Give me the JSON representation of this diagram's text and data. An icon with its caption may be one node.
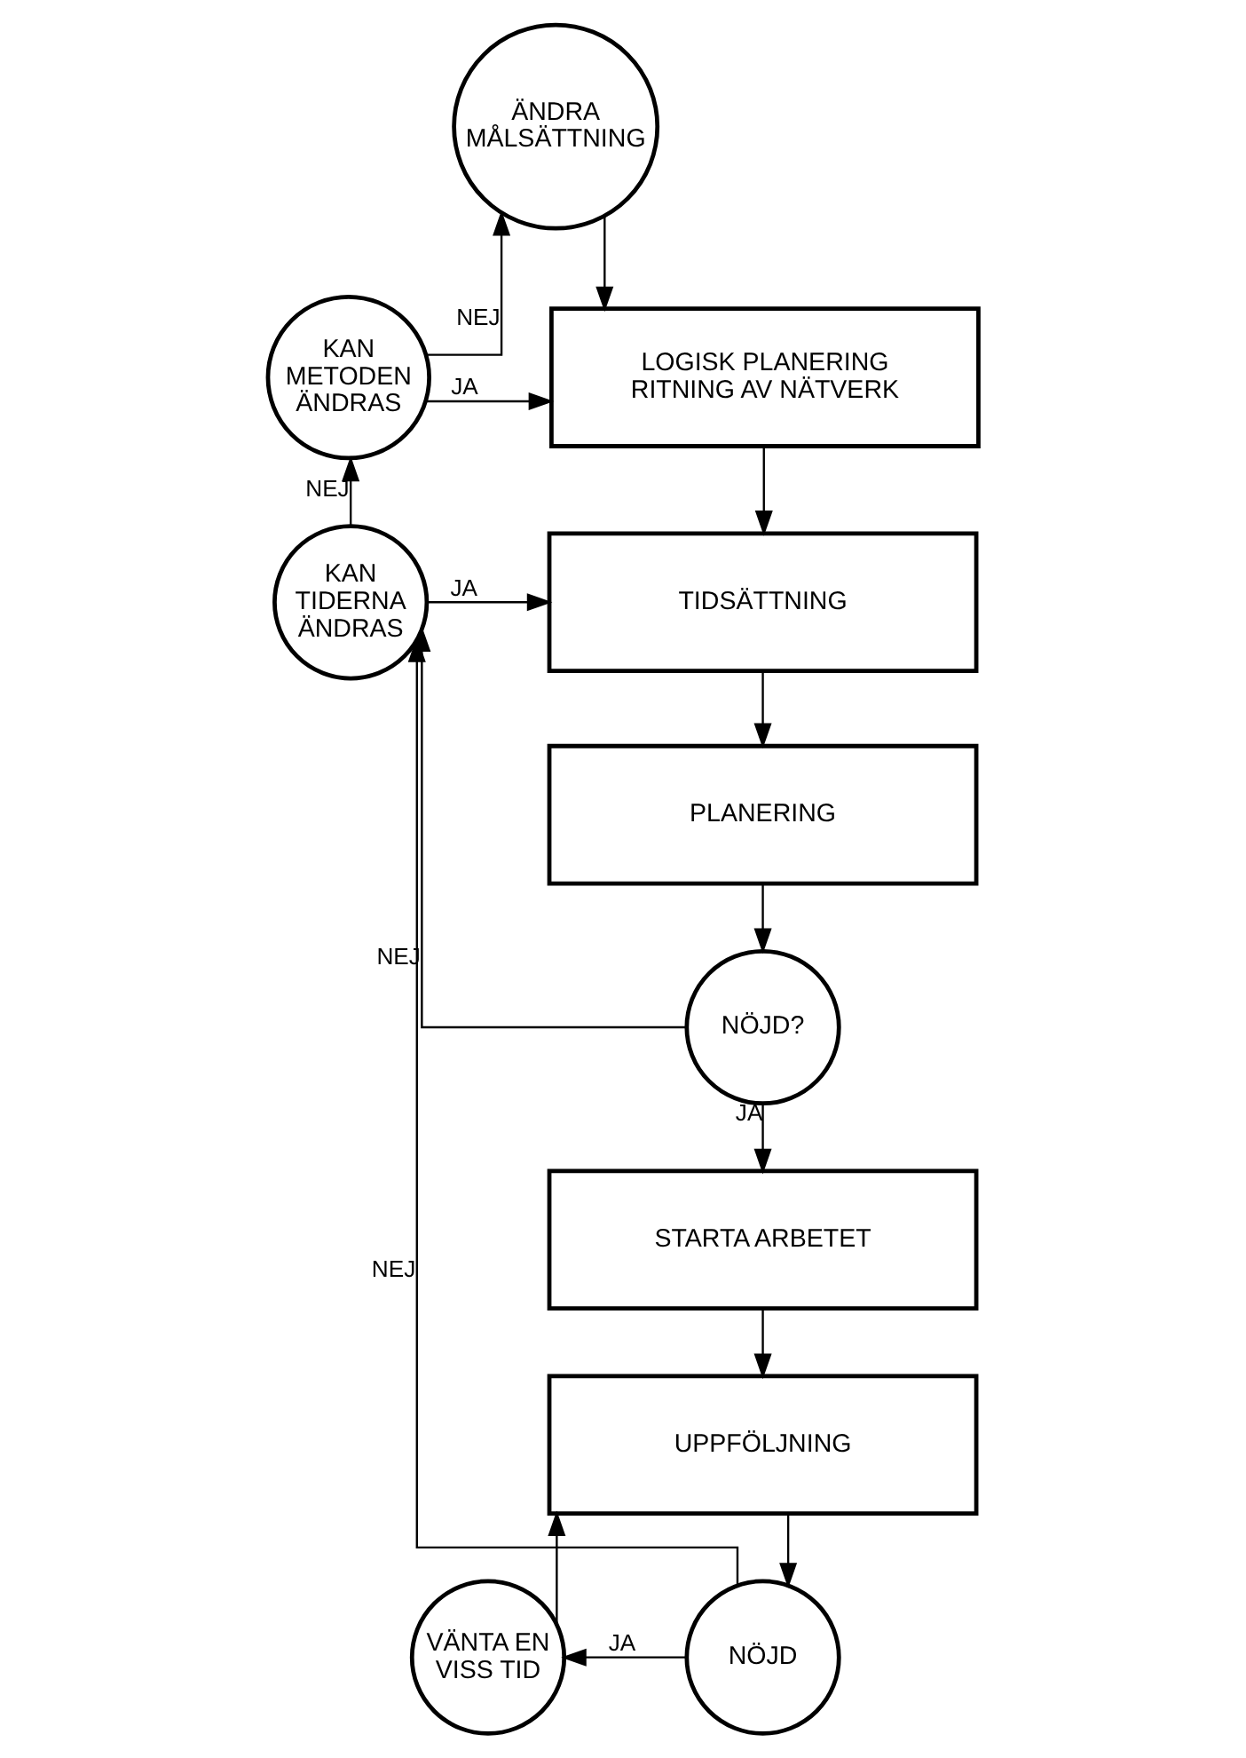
{
  "diagram": {
    "nodes": [
      {
        "text": [
          "ÄNDRA MÅLSÄTTNING"
        ]
      },
      {
        "text": [
          "LOGISK PLANERING RITNING AV NÄTVERK"
        ]
      },
      {
        "text": [
          "KAN METODEN ÄNDRAS"
        ]
      },
      {
        "text": [
          "TIDSÄTTNING"
        ]
      },
      {
        "text": [
          "KAN TIDERNA ÄNDRAS"
        ]
      },
      {
        "text": [
          "PLANERING"
        ]
      },
      {
        "text": [
          "NÖJD?"
        ]
      },
      {
        "text": [
          "STARTA ARBETET"
        ]
      },
      {
        "text": [
          "VÄNTA EN VISS TID"
        ]
      },
      {
        "text": [
          "UPPFÖLJNING"
        ]
      },
      {
        "text": [
          "NÖJD"
        ]
      }
    ],
    "edges": [
      {
        "from": 0,
        "to": 1,
        "arrow": "to"
      },
      {
        "from": 2,
        "to": 1,
        "arrow": "to",
        "label": "JA"
      },
      {
        "from": 2,
        "to": 0,
        "arrow": "to",
        "label": "NEJ"
      },
      {
        "from": 1,
        "to": 3,
        "arrow": "to"
      },
      {
        "from": 4,
        "to": 3,
        "arrow": "to",
        "label": "JA"
      },
      {
        "from": 4,
        "to": 2,
        "arrow": "to",
        "label": "NEJ"
      },
      {
        "from": 3,
        "to": 5,
        "arrow": "to"
      },
      {
        "from": 5,
        "to": 6,
        "arrow": "to"
      },
      {
        "from": 6,
        "to": 4,
        "arrow": "to",
        "label": "NEJ"
      },
      {
        "from": 6,
        "to": 7,
        "arrow": "to",
        "label": "JA"
      },
      {
        "from": 7,
        "to": 9,
        "arrow": "to"
      },
      {
        "from": 9,
        "to": 10,
        "arrow": "to"
      },
      {
        "from": 10,
        "to": 4,
        "arrow": "to",
        "label": "NEJ"
      },
      {
        "from": 10,
        "to": 8,
        "arrow": "to",
        "label": "JA"
      },
      {
        "from": 8,
        "to": 9,
        "arrow": "to"
      }
    ]
  }
}
